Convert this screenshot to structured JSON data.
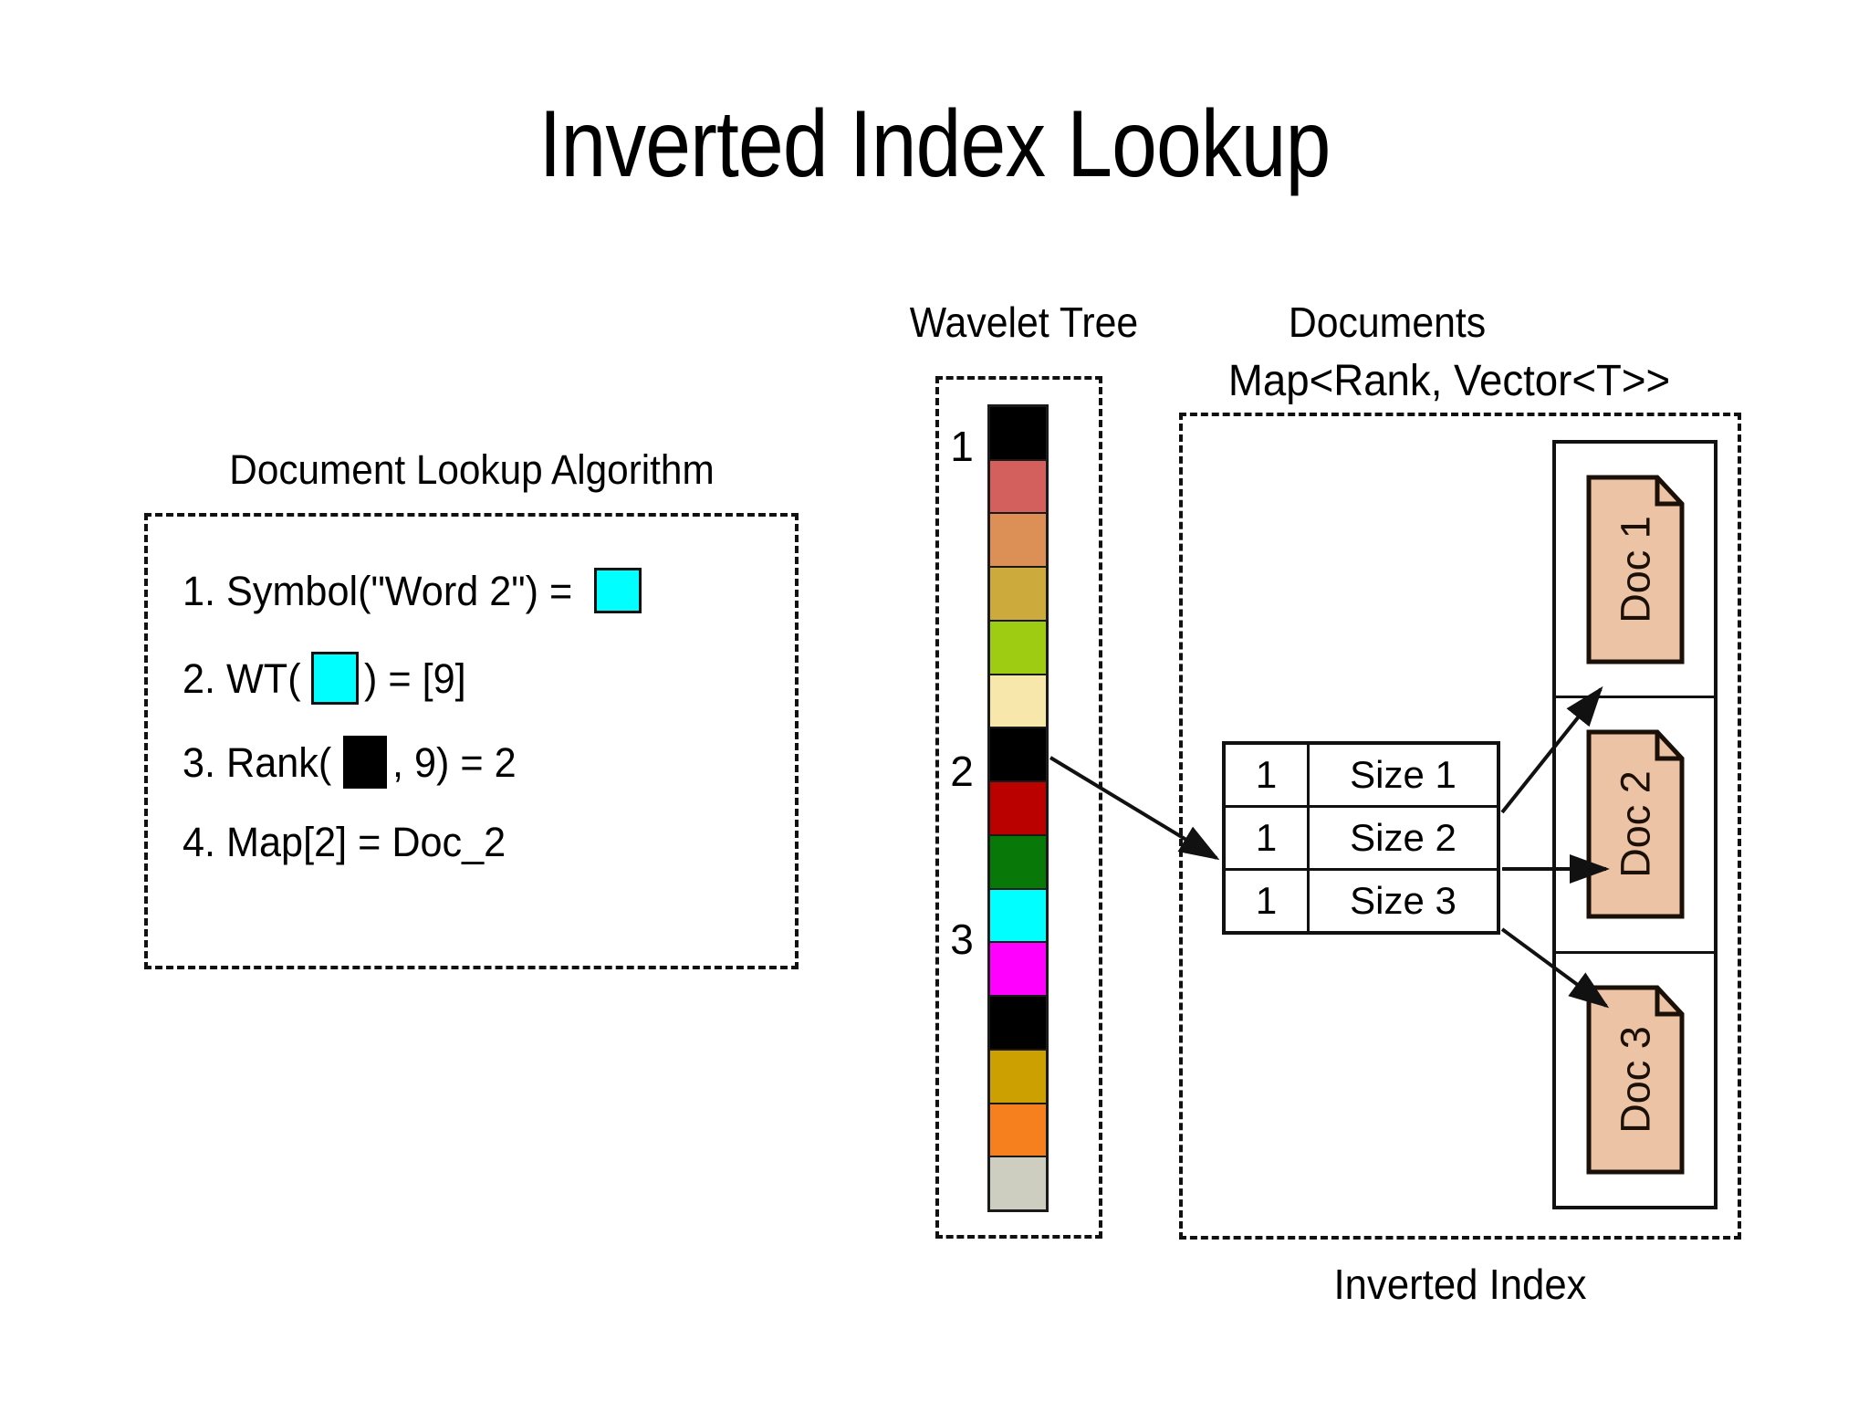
{
  "title": "Inverted Index Lookup",
  "algorithm": {
    "heading": "Document Lookup Algorithm",
    "steps": [
      {
        "prefix": "1. Symbol(\"Word 2\") =",
        "suffix": "",
        "swatch": "cyan"
      },
      {
        "prefix": "2. WT(",
        "suffix": ") = [9]",
        "swatch": "cyan"
      },
      {
        "prefix": "3. Rank(",
        "suffix": ", 9) = 2",
        "swatch": "black"
      },
      {
        "prefix": "4. Map[2] = Doc_2",
        "suffix": "",
        "swatch": "none"
      }
    ]
  },
  "wavelet_tree": {
    "header": "Wavelet Tree",
    "rank_labels": [
      "1",
      "2",
      "3"
    ],
    "cells": [
      {
        "index": 0,
        "color": "#000000",
        "name": "black"
      },
      {
        "index": 1,
        "color": "#d4605e",
        "name": "rose"
      },
      {
        "index": 2,
        "color": "#dd9055",
        "name": "tan-orange"
      },
      {
        "index": 3,
        "color": "#ccab3c",
        "name": "dark-gold"
      },
      {
        "index": 4,
        "color": "#9dcc12",
        "name": "yellow-green"
      },
      {
        "index": 5,
        "color": "#f8e7ab",
        "name": "cream"
      },
      {
        "index": 6,
        "color": "#000000",
        "name": "black"
      },
      {
        "index": 7,
        "color": "#bb0000",
        "name": "dark-red"
      },
      {
        "index": 8,
        "color": "#087808",
        "name": "dark-green"
      },
      {
        "index": 9,
        "color": "#00ffff",
        "name": "cyan"
      },
      {
        "index": 10,
        "color": "#ff00ff",
        "name": "magenta"
      },
      {
        "index": 11,
        "color": "#000000",
        "name": "black"
      },
      {
        "index": 12,
        "color": "#cca000",
        "name": "gold"
      },
      {
        "index": 13,
        "color": "#f7801e",
        "name": "orange"
      },
      {
        "index": 14,
        "color": "#cdcdc0",
        "name": "light-gray"
      }
    ]
  },
  "documents": {
    "header": "Documents",
    "map_type_label": "Map<Rank, Vector<T>>",
    "inverted_index_label": "Inverted Index",
    "map_table": {
      "rows": [
        {
          "rank": "1",
          "size": "Size 1"
        },
        {
          "rank": "1",
          "size": "Size 2"
        },
        {
          "rank": "1",
          "size": "Size 3"
        }
      ]
    },
    "docs": [
      {
        "label": "Doc 1"
      },
      {
        "label": "Doc 2"
      },
      {
        "label": "Doc 3"
      }
    ]
  },
  "colors": {
    "doc_fill": "#edc3a5",
    "doc_stroke": "#1a1008",
    "outline": "#111111",
    "cyan": "#00ffff",
    "black": "#000000"
  }
}
